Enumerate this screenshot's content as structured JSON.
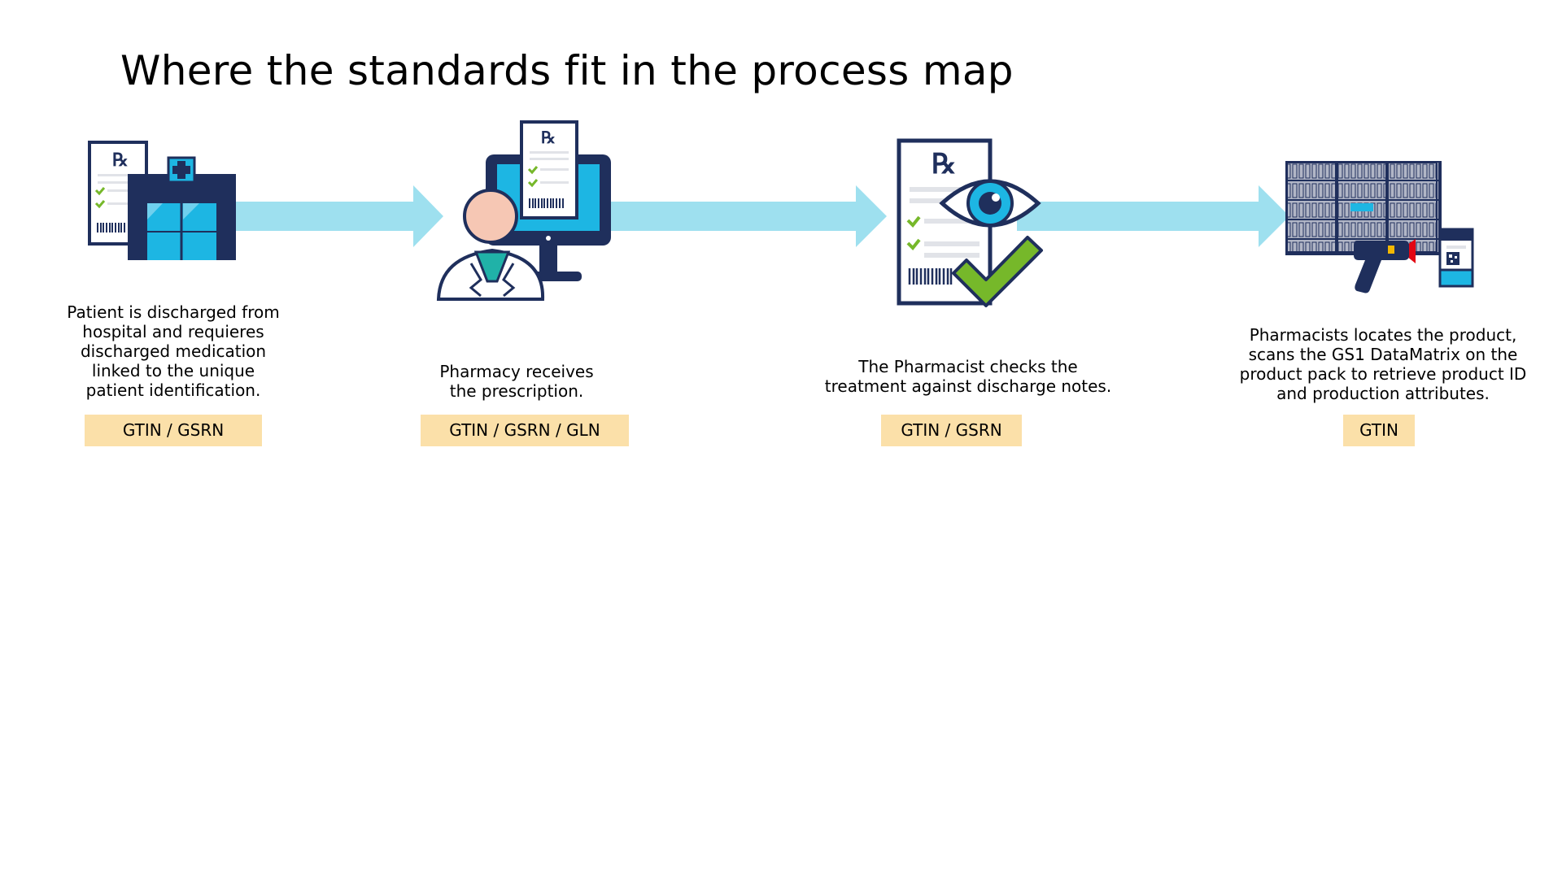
{
  "title": "Where the standards fit in the process map",
  "steps": [
    {
      "icon": "hospital-prescription-icon",
      "description": "Patient is discharged from\nhospital and requieres\ndischarged medication\nlinked to the unique\npatient identification.",
      "standards": "GTIN / GSRN"
    },
    {
      "icon": "pharmacist-computer-prescription-icon",
      "description": "Pharmacy receives\nthe prescription.",
      "standards": "GTIN / GSRN / GLN"
    },
    {
      "icon": "prescription-eye-check-icon",
      "description": "The Pharmacist checks the\ntreatment against discharge notes.",
      "standards": "GTIN / GSRN"
    },
    {
      "icon": "shelves-scanner-icon",
      "description": "Pharmacists locates the product,\nscans the GS1 DataMatrix on the\nproduct pack to retrieve product ID\nand production attributes.",
      "standards": "GTIN"
    }
  ],
  "colors": {
    "navy": "#1f2f5c",
    "cyan": "#1db6e3",
    "arrow": "#9ee0ef",
    "green": "#76b82a",
    "skin": "#f6c7b4",
    "tag": "#fbe0a9",
    "scanner_beam": "#e30613"
  }
}
